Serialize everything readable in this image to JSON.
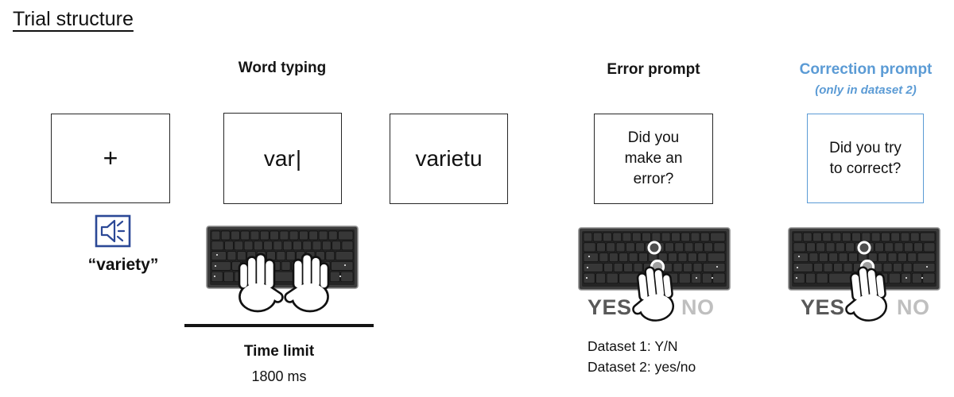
{
  "title": "Trial structure",
  "headers": {
    "word_typing": "Word typing",
    "error_prompt": "Error prompt",
    "correction_prompt": "Correction prompt",
    "correction_note": "(only in dataset 2)"
  },
  "screens": {
    "fixation": "+",
    "typing_text": "var",
    "typing_cursor": "|",
    "typed_word": "varietu",
    "error_q_line1": "Did you",
    "error_q_line2": "make an",
    "error_q_line3": "error?",
    "correction_q_line1": "Did you try",
    "correction_q_line2": "to correct?"
  },
  "audio": {
    "spoken_word": "“variety”"
  },
  "time_limit": {
    "label": "Time limit",
    "value": "1800 ms"
  },
  "responses": {
    "yes": "YES",
    "no": "NO",
    "dataset1": "Dataset 1: Y/N",
    "dataset2": "Dataset 2: yes/no"
  },
  "icons": {
    "speaker": "speaker-icon",
    "keyboard": "keyboard-image",
    "hand": "hand-cursor"
  },
  "colors": {
    "accent_blue": "#5B9BD5",
    "speaker_navy": "#2B4896",
    "yes_gray": "#595959",
    "no_gray": "#BFBFBF"
  }
}
